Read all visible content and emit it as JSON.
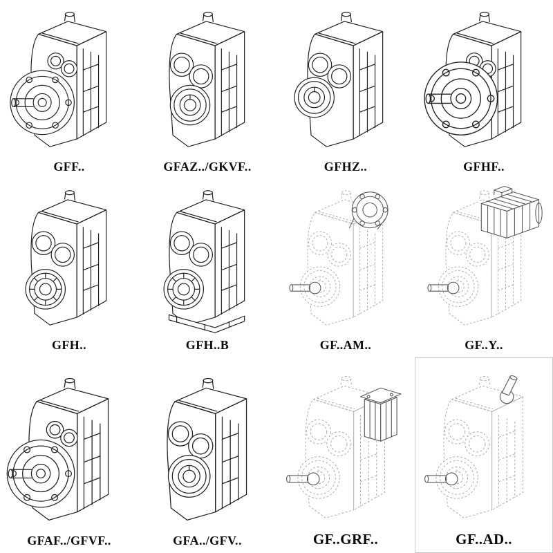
{
  "catalog": {
    "description_colors": {
      "solid_line": "#222222",
      "dashed_line": "#a8a8a8"
    },
    "items": [
      {
        "label": "GFF..",
        "drawing": "helical-gearbox-output-flange",
        "line_style": "solid"
      },
      {
        "label": "GFAZ../GKVF..",
        "drawing": "helical-gearbox-hollow-shaft",
        "line_style": "solid"
      },
      {
        "label": "GFHZ..",
        "drawing": "helical-gearbox-hollow-shaft-side",
        "line_style": "solid"
      },
      {
        "label": "GFHF..",
        "drawing": "helical-gearbox-large-front-flange",
        "line_style": "solid"
      },
      {
        "label": "GFH..",
        "drawing": "helical-gearbox-solid-shaft-bearing",
        "line_style": "solid"
      },
      {
        "label": "GFH..B",
        "drawing": "helical-gearbox-foot-mounted",
        "line_style": "solid"
      },
      {
        "label": "GF..AM..",
        "drawing": "helical-gearbox-motor-adapter-flange",
        "line_style": "dashed"
      },
      {
        "label": "GF..Y..",
        "drawing": "helical-gearbox-with-mounted-motor",
        "line_style": "dashed"
      },
      {
        "label": "GFAF../GFVF..",
        "drawing": "helical-gearbox-output-flange",
        "line_style": "solid"
      },
      {
        "label": "GFA../GFV..",
        "drawing": "helical-gearbox-hollow-shaft",
        "line_style": "solid"
      },
      {
        "label": "GF..GRF..",
        "drawing": "helical-gearbox-gear-adapter-box",
        "line_style": "dashed"
      },
      {
        "label": "GF..AD..",
        "drawing": "helical-gearbox-input-shaft-adapter",
        "line_style": "dashed"
      }
    ]
  }
}
